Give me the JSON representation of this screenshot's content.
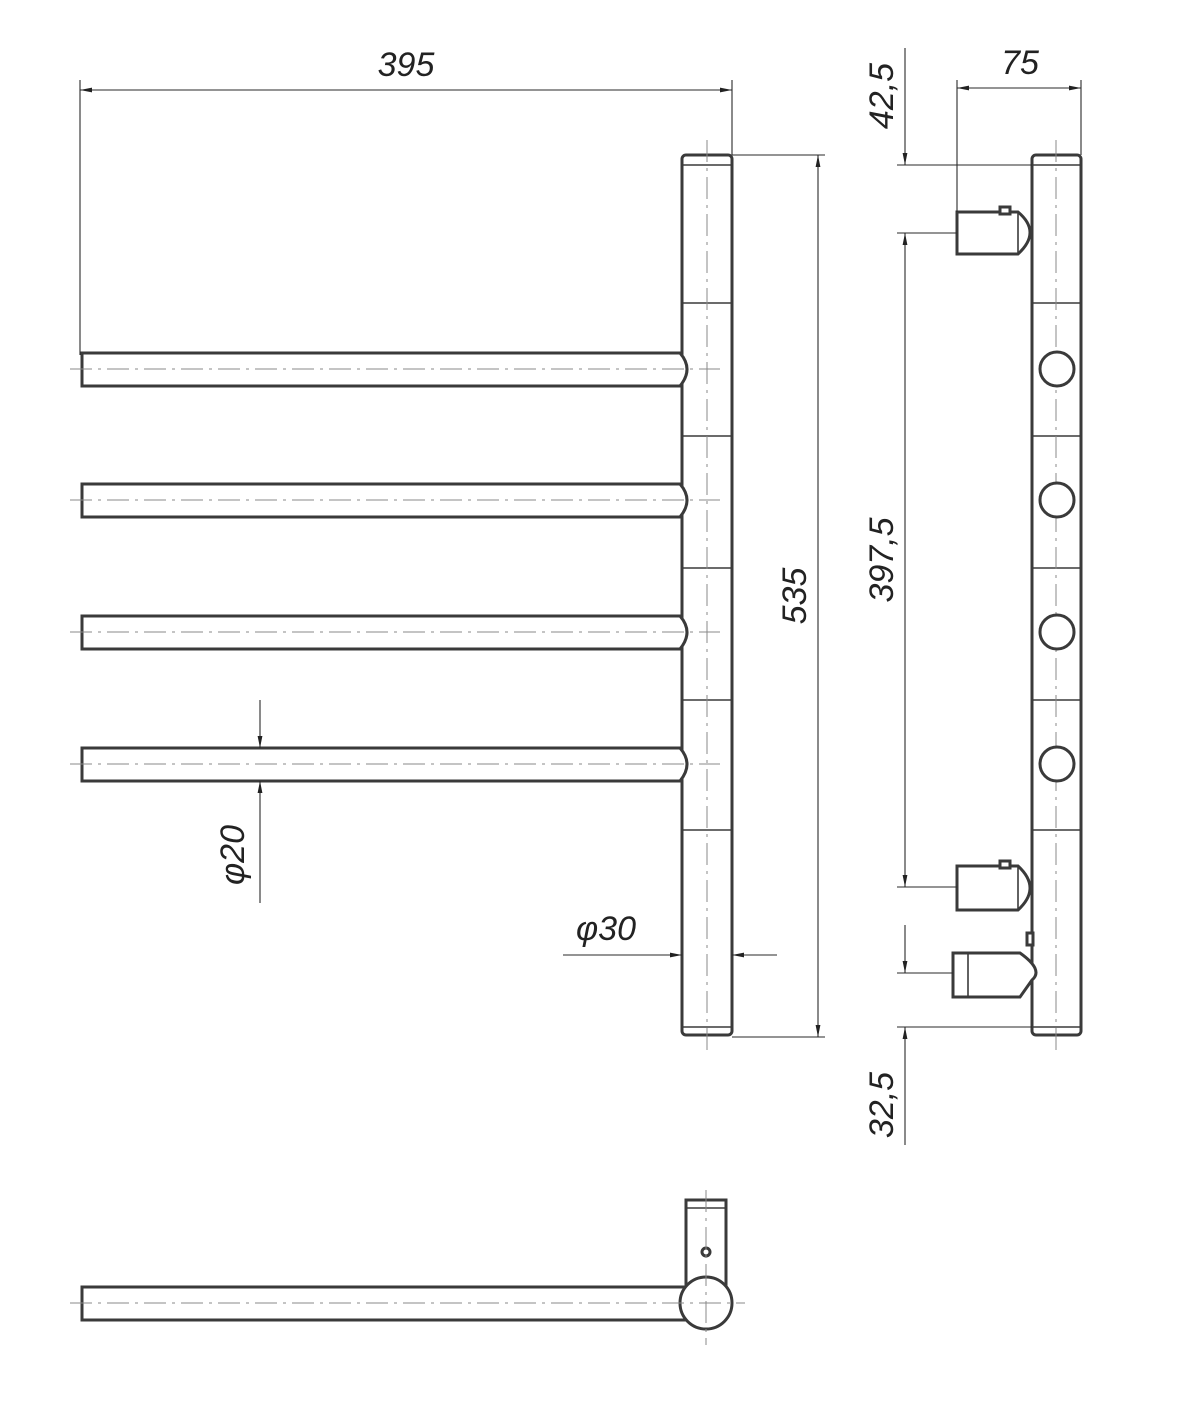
{
  "dimensions": {
    "overall_width": "395",
    "overall_height": "535",
    "connection_spacing": "397,5",
    "depth": "75",
    "top_offset": "42,5",
    "bottom_offset": "32,5",
    "bar_diameter": "φ20",
    "collector_diameter": "φ30"
  },
  "colors": {
    "line": "#3a3a3a",
    "axis": "#888888",
    "background": "#ffffff"
  },
  "views": [
    "front-view",
    "side-view",
    "top-view"
  ]
}
